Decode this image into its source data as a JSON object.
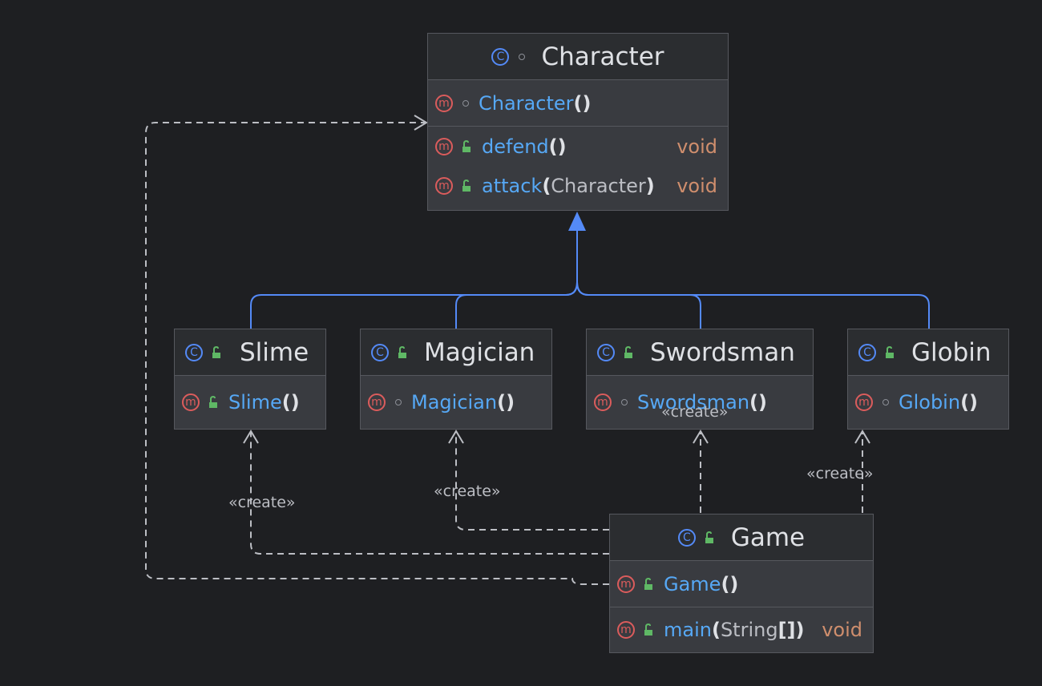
{
  "edge_label": "«create»",
  "colors": {
    "background": "#1e1f22",
    "box_fill": "#393b40",
    "header_fill": "#2b2d30",
    "border": "#56585e",
    "class_icon": "#548af7",
    "method_icon": "#db5c5c",
    "public_icon": "#5fb865",
    "method_name": "#56a8f5",
    "return_type": "#cf8e6d",
    "inheritance_edge": "#548af7",
    "dependency_edge": "#bcbec4"
  },
  "classes": {
    "character": {
      "name": "Character",
      "visibility": "package",
      "constructor": {
        "name": "Character",
        "paren": "()"
      },
      "methods": [
        {
          "name": "defend",
          "open": "(",
          "param": "",
          "close": ")",
          "return": "void"
        },
        {
          "name": "attack",
          "open": "(",
          "param": "Character",
          "close": ")",
          "return": "void"
        }
      ]
    },
    "slime": {
      "name": "Slime",
      "constructor": {
        "name": "Slime",
        "paren": "()"
      }
    },
    "magician": {
      "name": "Magician",
      "constructor": {
        "name": "Magician",
        "paren": "()"
      }
    },
    "swordsman": {
      "name": "Swordsman",
      "constructor": {
        "name": "Swordsman",
        "paren": "()"
      }
    },
    "globin": {
      "name": "Globin",
      "constructor": {
        "name": "Globin",
        "paren": "()"
      }
    },
    "game": {
      "name": "Game",
      "constructor": {
        "name": "Game",
        "paren": "()"
      },
      "methods": [
        {
          "name": "main",
          "open": "(",
          "param": "String",
          "close": "[])",
          "return": "void"
        }
      ]
    }
  },
  "icons": {
    "class": "class-icon",
    "method": "method-icon",
    "public": "public-lock-icon",
    "package_private": "package-private-icon"
  }
}
